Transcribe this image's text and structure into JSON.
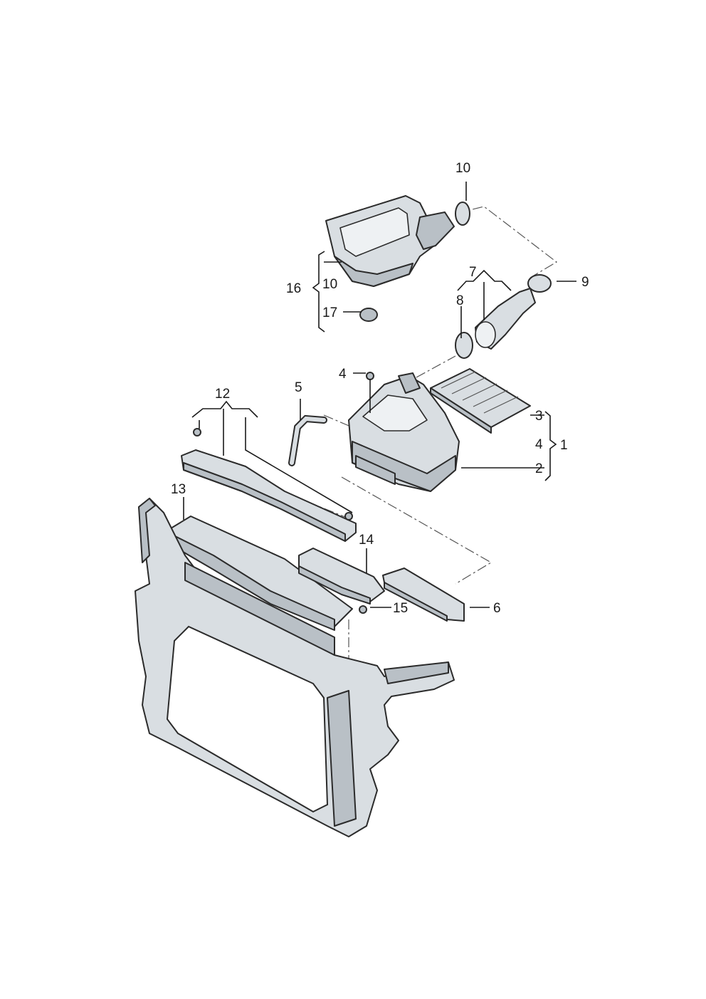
{
  "labels": {
    "l1": "1",
    "l2": "2",
    "l3": "3",
    "l4": "4",
    "l4b": "4",
    "l5": "5",
    "l6": "6",
    "l7": "7",
    "l8": "8",
    "l9": "9",
    "l10a": "10",
    "l10b": "10",
    "l12": "12",
    "l13": "13",
    "l14": "14",
    "l15": "15",
    "l16": "16",
    "l17": "17"
  },
  "colors": {
    "part": "#d9dee2",
    "part_dark": "#b9c0c6",
    "line": "#2b2b2b"
  }
}
